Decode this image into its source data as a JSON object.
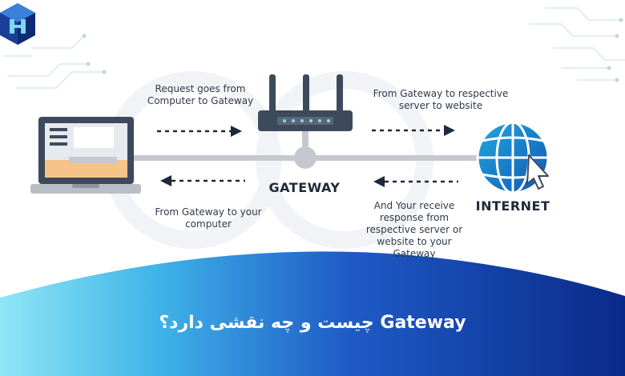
{
  "labels": {
    "request_to_gateway": "Request goes from Computer to Gateway",
    "gateway_to_server": "From Gateway to respective server to website",
    "gateway_to_computer": "From Gateway to your computer",
    "response_to_gateway": "And Your receive response from respective server or website to your Gateway",
    "gateway": "GATEWAY",
    "internet": "INTERNET"
  },
  "banner": {
    "title": "Gateway چیست و چه نقشی دارد؟"
  },
  "colors": {
    "navy": "#0b2c86",
    "cyan": "#19c6e6",
    "gray": "#c5c9cf",
    "dark": "#3d4a5c",
    "peach": "#f6c489",
    "globe": "#1a6fbf"
  },
  "icons": [
    "logo-icon",
    "laptop-icon",
    "router-icon",
    "globe-icon",
    "cursor-icon",
    "circuit-decoration"
  ]
}
